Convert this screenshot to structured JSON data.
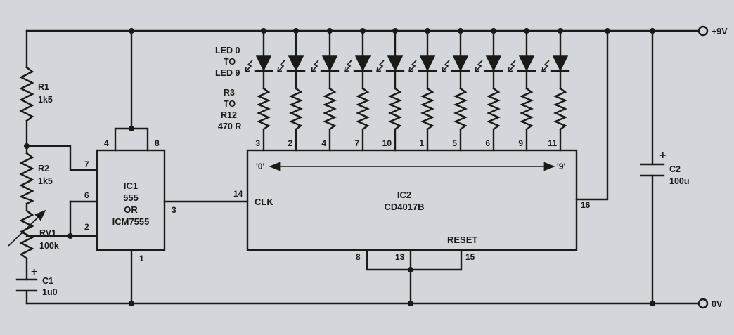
{
  "rails": {
    "positive_label": "+9V",
    "ground_label": "0V"
  },
  "r1": {
    "name": "R1",
    "value": "1k5"
  },
  "r2": {
    "name": "R2",
    "value": "1k5"
  },
  "rv1": {
    "name": "RV1",
    "value": "100k"
  },
  "c1": {
    "name": "C1",
    "value": "1u0",
    "polarity": "+"
  },
  "c2": {
    "name": "C2",
    "value": "100u",
    "polarity": "+"
  },
  "leds": {
    "label_line1": "LED 0",
    "label_line2": "TO",
    "label_line3": "LED 9"
  },
  "resistors": {
    "label_line1": "R3",
    "label_line2": "TO",
    "label_line3": "R12",
    "label_line4": "470 R"
  },
  "ic1": {
    "name": "IC1",
    "line2": "555",
    "line3": "OR",
    "line4": "ICM7555",
    "pins": {
      "p4": "4",
      "p8": "8",
      "p7": "7",
      "p6": "6",
      "p2": "2",
      "p3": "3",
      "p1": "1"
    }
  },
  "ic2": {
    "name": "IC2",
    "part": "CD4017B",
    "clk_label": "CLK",
    "reset_label": "RESET",
    "range_start": "'0'",
    "range_end": "'9'",
    "clk_pin": "14",
    "vdd_pin": "16",
    "output_pins": [
      "3",
      "2",
      "4",
      "7",
      "10",
      "1",
      "5",
      "6",
      "9",
      "11"
    ],
    "bottom_pins": {
      "p8": "8",
      "p13": "13",
      "p15": "15"
    }
  }
}
